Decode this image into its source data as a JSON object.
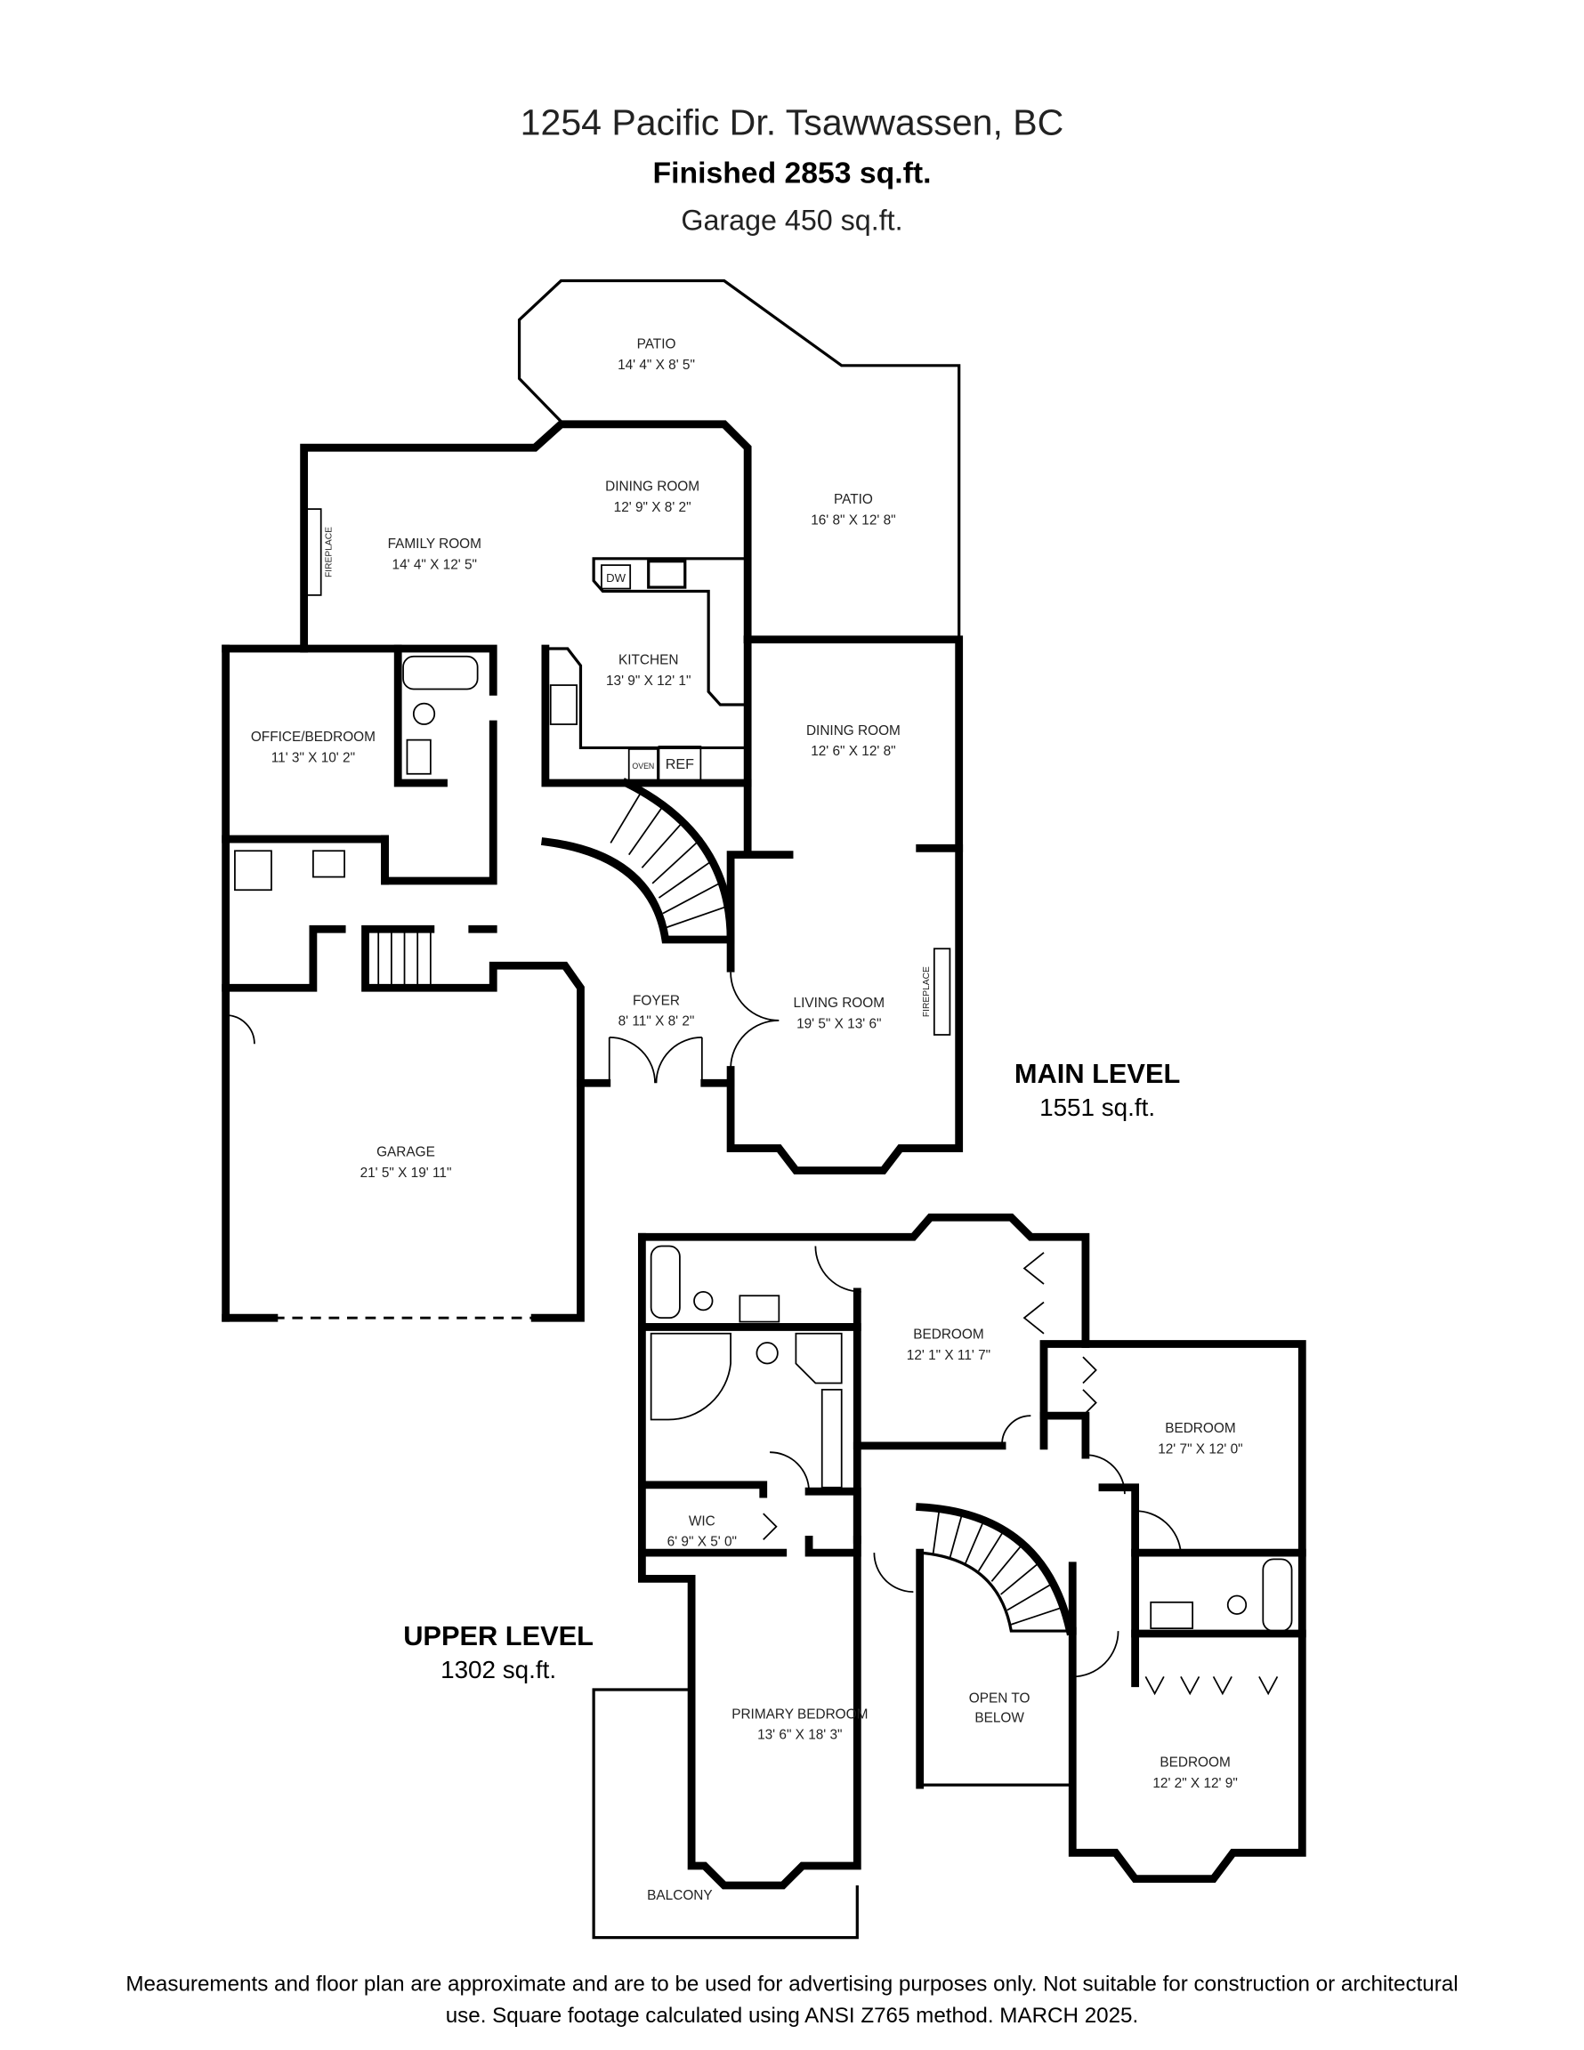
{
  "header": {
    "address": "1254 Pacific Dr. Tsawwassen, BC",
    "finished": "Finished  2853 sq.ft.",
    "garage": "Garage 450 sq.ft."
  },
  "main_level": {
    "label": "MAIN LEVEL",
    "area": "1551 sq.ft.",
    "rooms": [
      {
        "name": "PATIO",
        "dims": "14' 4\" X 8' 5\""
      },
      {
        "name": "DINING ROOM",
        "dims": "12' 9\" X 8' 2\""
      },
      {
        "name": "PATIO",
        "dims": "16' 8\" X 12' 8\""
      },
      {
        "name": "FAMILY ROOM",
        "dims": "14' 4\" X 12' 5\""
      },
      {
        "name": "KITCHEN",
        "dims": "13' 9\" X 12' 1\""
      },
      {
        "name": "OFFICE/BEDROOM",
        "dims": "11' 3\" X 10' 2\""
      },
      {
        "name": "DINING ROOM",
        "dims": "12' 6\" X 12' 8\""
      },
      {
        "name": "FOYER",
        "dims": "8' 11\" X 8' 2\""
      },
      {
        "name": "LIVING ROOM",
        "dims": "19' 5\" X 13' 6\""
      },
      {
        "name": "GARAGE",
        "dims": "21' 5\" X 19' 11\""
      }
    ],
    "fixtures": {
      "dw": "DW",
      "ref": "REF",
      "oven": "OVEN",
      "fireplace_family": "FIREPLACE",
      "fireplace_living": "FIREPLACE"
    }
  },
  "upper_level": {
    "label": "UPPER LEVEL",
    "area": "1302 sq.ft.",
    "rooms": [
      {
        "name": "BEDROOM",
        "dims": "12' 1\" X 11' 7\""
      },
      {
        "name": "BEDROOM",
        "dims": "12' 7\" X 12' 0\""
      },
      {
        "name": "WIC",
        "dims": "6' 9\" X 5' 0\""
      },
      {
        "name": "PRIMARY BEDROOM",
        "dims": "13' 6\" X 18' 3\""
      },
      {
        "name": "OPEN TO",
        "dims": "BELOW"
      },
      {
        "name": "BEDROOM",
        "dims": "12' 2\" X 12' 9\""
      },
      {
        "name": "BALCONY",
        "dims": ""
      }
    ]
  },
  "footer": {
    "line1": "Measurements and floor plan are approximate and are to be used for advertising purposes only. Not suitable for construction or architectural",
    "line2": "use. Square footage calculated using ANSI Z765 method. MARCH 2025."
  }
}
